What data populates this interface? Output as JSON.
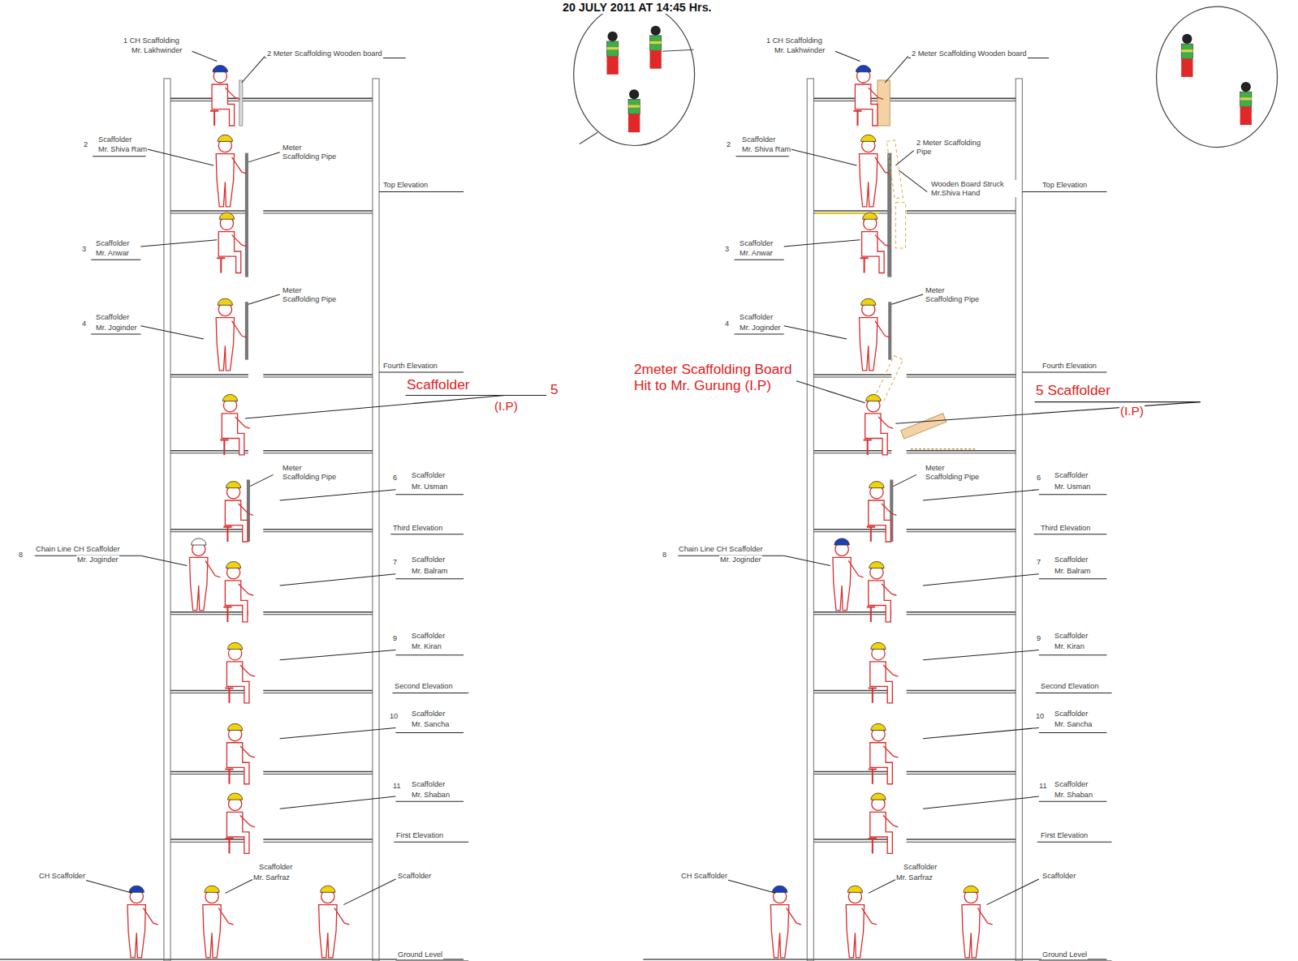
{
  "diagram": {
    "title": "20 JULY 2011 AT 14:45 Hrs.",
    "labels": [
      "1 CH Scaffolding",
      "Mr. Lakhwinder",
      "2 Meter Scaffolding Wooden board",
      "2",
      "Scaffolder",
      "Mr. Shiva Ram",
      "Meter Scaffolding Pipe",
      "Top Elevation",
      "3",
      "Scaffolder",
      "Mr. Anwar",
      "4",
      "Scaffolder",
      "Mr. Joginder",
      "Meter Scaffolding Pipe",
      "Fourth Elevation",
      "Scaffolder",
      "5",
      "(I.P)",
      "Meter Scaffolding Pipe",
      "6",
      "Scaffolder",
      "Mr. Usman",
      "Third Elevation",
      "8",
      "Chain Line CH Scaffolder",
      "Mr. Joginder",
      "7",
      "Scaffolder",
      "Mr. Balram",
      "9",
      "Scaffolder",
      "Mr. Kiran",
      "Second Elevation",
      "10",
      "Scaffolder",
      "Mr. Sancha",
      "11",
      "Scaffolder",
      "Mr. Shaban",
      "First Elevation",
      "CH Scaffolder",
      "Scaffolder",
      "Mr. Sarfraz",
      "Scaffolder",
      "Ground Level",
      "1 CH Scaffolding",
      "Mr. Lakhwinder",
      "2 Meter Scaffolding Wooden board",
      "2",
      "Scaffolder",
      "Mr. Shiva Ram",
      "2 Meter Scaffolding Pipe",
      "Wooden Board Struck Mr.Shiva Hand",
      "Top Elevation",
      "3",
      "Scaffolder",
      "Mr. Anwar",
      "4",
      "Scaffolder",
      "Mr. Joginder",
      "Meter Scaffolding Pipe",
      "Fourth Elevation",
      "2meter Scaffolding Board Hit to Mr. Gurung (I.P)",
      "5 Scaffolder",
      "(I.P)",
      "Meter Scaffolding Pipe",
      "6",
      "Scaffolder",
      "Mr. Usman",
      "Third Elevation",
      "8",
      "Chain Line CH Scaffolder",
      "Mr. Joginder",
      "7",
      "Scaffolder",
      "Mr. Balram",
      "9",
      "Scaffolder",
      "Mr. Kiran",
      "Second Elevation",
      "10",
      "Scaffolder",
      "Mr. Sancha",
      "11",
      "Scaffolder",
      "Mr. Shaban",
      "First Elevation",
      "CH Scaffolder",
      "Scaffolder",
      "Mr. Sarfraz",
      "Scaffolder",
      "Ground Level"
    ]
  }
}
